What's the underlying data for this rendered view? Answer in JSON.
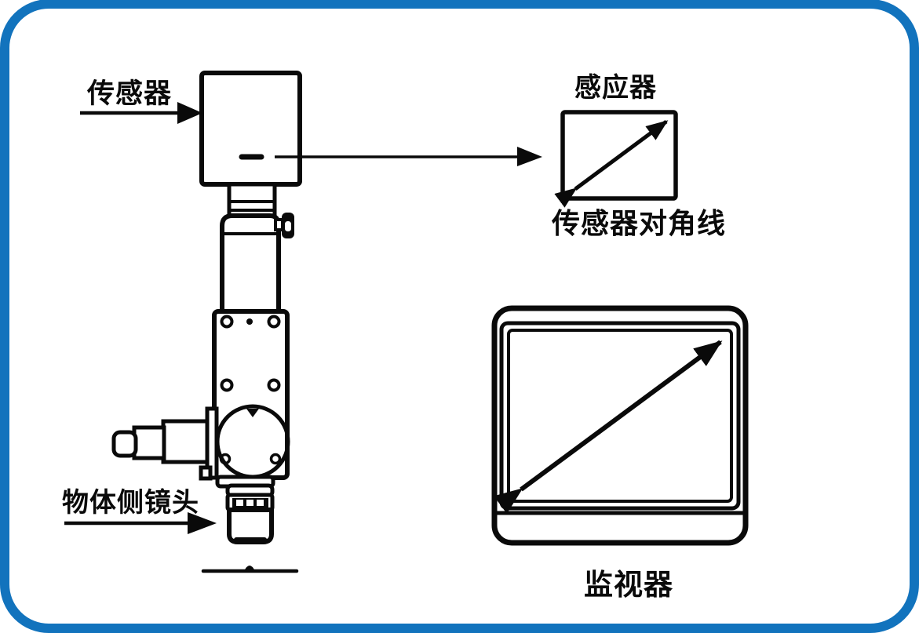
{
  "figure": {
    "kind": "camera-optics-diagram",
    "background_color": "#ffffff",
    "line_color": "#0a0a0a",
    "border_color": "#1273bd"
  },
  "labels": {
    "camera_sensor": "传感器",
    "sensor_chip": "感应器",
    "sensor_diagonal": "传感器对角线",
    "object_side_lens": "物体侧镜头",
    "monitor": "监视器"
  }
}
